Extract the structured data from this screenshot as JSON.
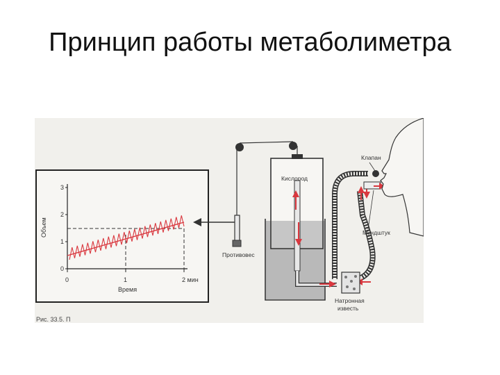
{
  "slide": {
    "title": "Принцип работы метаболиметра"
  },
  "figure": {
    "labels": {
      "oxygen": "Кислород",
      "valve": "Клапан",
      "mouthpiece": "Мундштук",
      "counterweight": "Противовес",
      "soda_lime_1": "Натронная",
      "soda_lime_2": "известь"
    },
    "graph": {
      "y_label": "Объем",
      "x_label": "Время",
      "y_ticks": [
        "0",
        "1",
        "2",
        "3"
      ],
      "x_ticks": [
        "0",
        "1",
        "2 мин"
      ]
    },
    "caption": "Рис. 33.5. П"
  },
  "colors": {
    "trace": "#d9383f",
    "ink": "#2c2c2c",
    "water": "#b9b9b9",
    "paper": "#f1f0ec"
  }
}
